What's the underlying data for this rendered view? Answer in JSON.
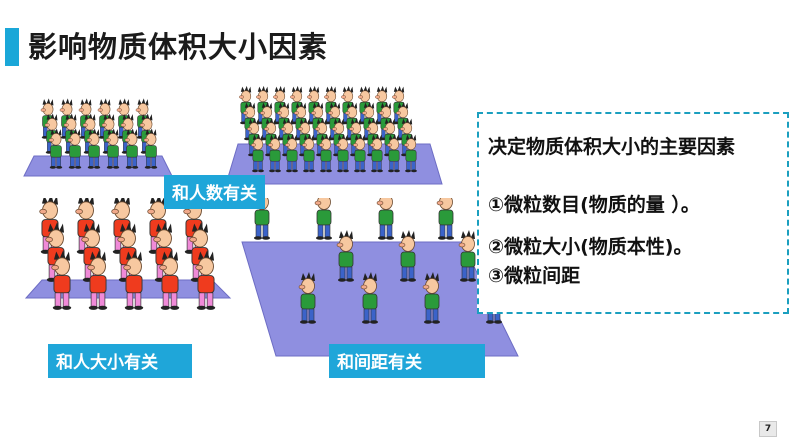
{
  "page": {
    "title": "影响物质体积大小因素",
    "page_number": "7",
    "accent_color": "#1aa7d8"
  },
  "scenes": {
    "count": {
      "label": "和人数有关"
    },
    "size": {
      "label": "和人大小有关"
    },
    "spacing": {
      "label": "和间距有关"
    }
  },
  "factors": {
    "title": "决定物质体积大小的主要因素",
    "items": [
      "①微粒数目(物质的量 ）。",
      "②微粒大小(物质本性)。",
      "③微粒间距"
    ]
  }
}
